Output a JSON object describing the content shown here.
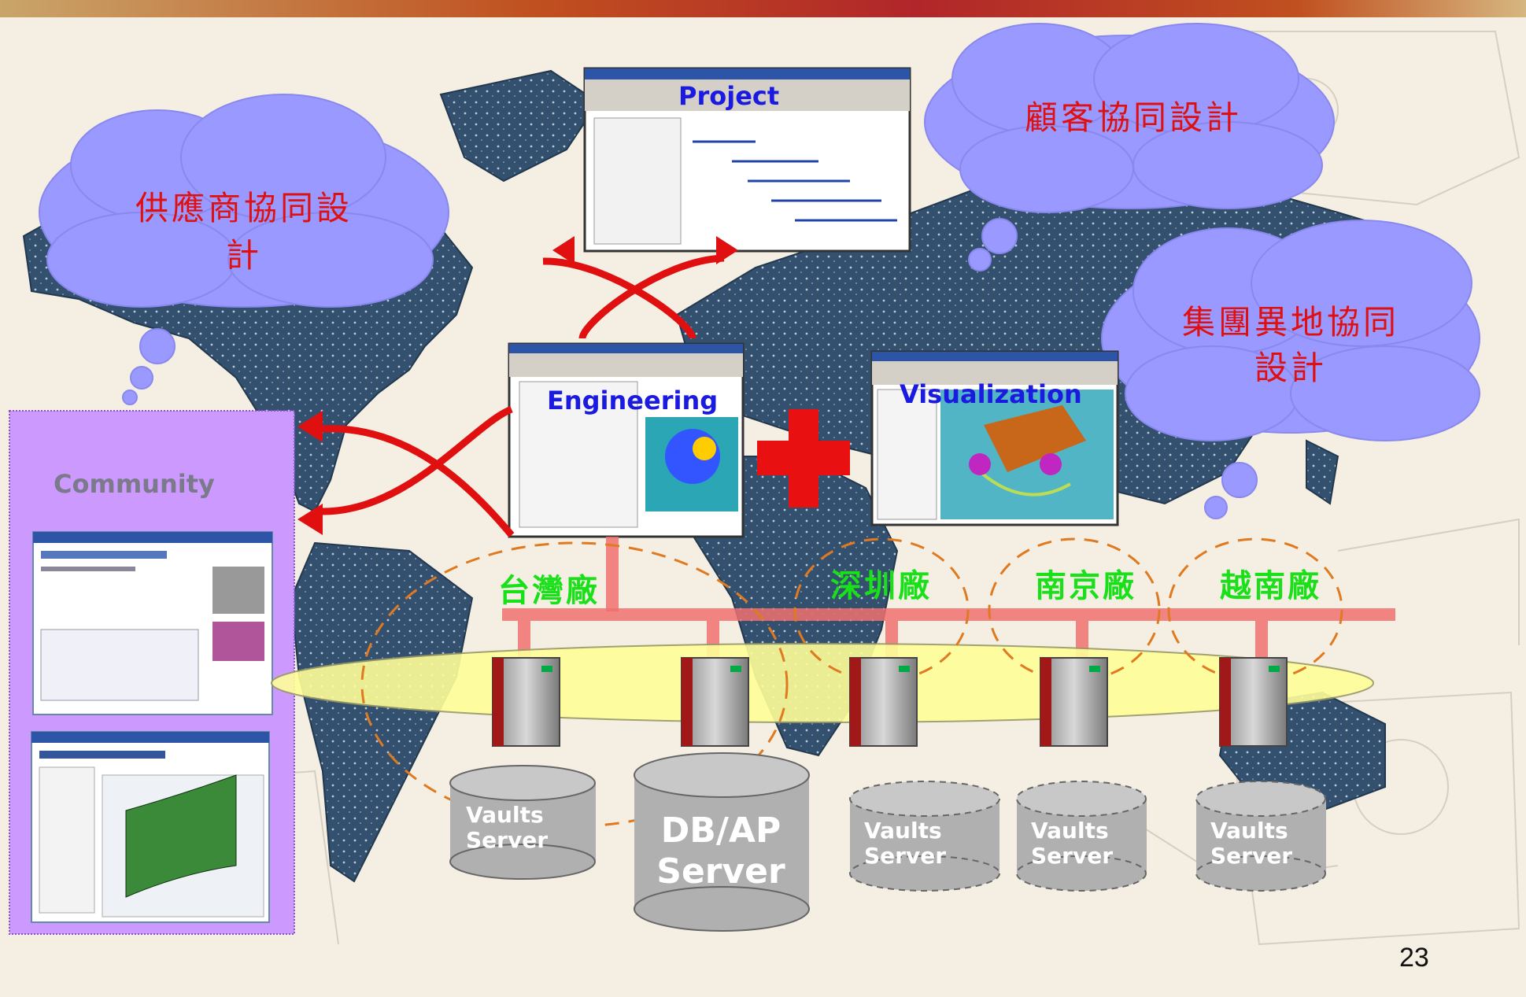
{
  "slide": {
    "page_number": "23"
  },
  "clouds": {
    "supplier": "供應商協同設計",
    "customer": "顧客協同設計",
    "group_line1": "集團異地協同",
    "group_line2": "設計"
  },
  "windows": {
    "project": "Project",
    "engineering": "Engineering",
    "visualization": "Visualization"
  },
  "community": {
    "title": "Community"
  },
  "plants": [
    "台灣廠",
    "深圳廠",
    "南京廠",
    "越南廠"
  ],
  "servers": {
    "db": {
      "line1": "DB/AP",
      "line2": "Server"
    },
    "vault": {
      "line1": "Vaults",
      "line2": "Server"
    }
  },
  "colors": {
    "cloud": "#9999ff",
    "plant_text": "#19e019",
    "cloud_text": "#e01010",
    "window_label": "#1a1ae0",
    "network_bar": "#f07070",
    "community_panel": "#cc99ff",
    "plus": "#e81010"
  }
}
